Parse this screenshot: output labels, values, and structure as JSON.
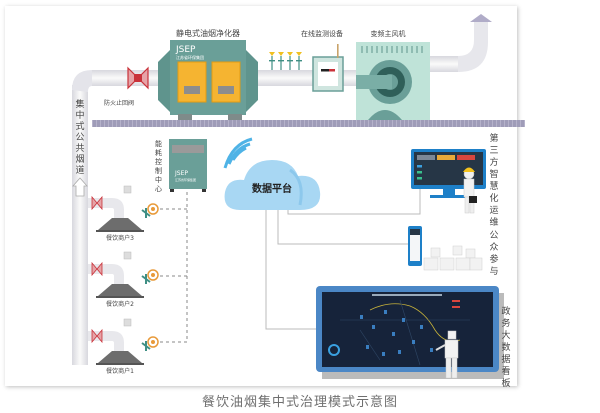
{
  "caption": "餐饮油烟集中式治理模式示意图",
  "labels": {
    "purifier": "静电式油烟净化器",
    "purifier_brand": "JSEP",
    "purifier_sub": "江苏省环保集团",
    "fire_valve": "防火止回阀",
    "monitor": "在线监测设备",
    "fan": "变频主风机",
    "flue": "集中式公共烟道",
    "energy_center": "能耗控制中心",
    "energy_brand": "JSEP",
    "energy_sub": "江苏省环保集团",
    "cloud": "数据平台",
    "third_party": "第三方智慧化运维",
    "public": "公众参与",
    "gov": "政务大数据看板"
  },
  "merchants": [
    {
      "label": "餐饮商户3"
    },
    {
      "label": "餐饮商户2"
    },
    {
      "label": "餐饮商户1"
    }
  ],
  "colors": {
    "purifier": "#6a9f98",
    "filter": "#f5b431",
    "fan_box": "#bfe3d8",
    "cloud": "#a8d7f3",
    "monitor_blue": "#1e80c8",
    "pipe": "#e8e8ec",
    "rail": "#9a97b4",
    "valve": "#c9323a",
    "antenna": "#e89a3a"
  }
}
